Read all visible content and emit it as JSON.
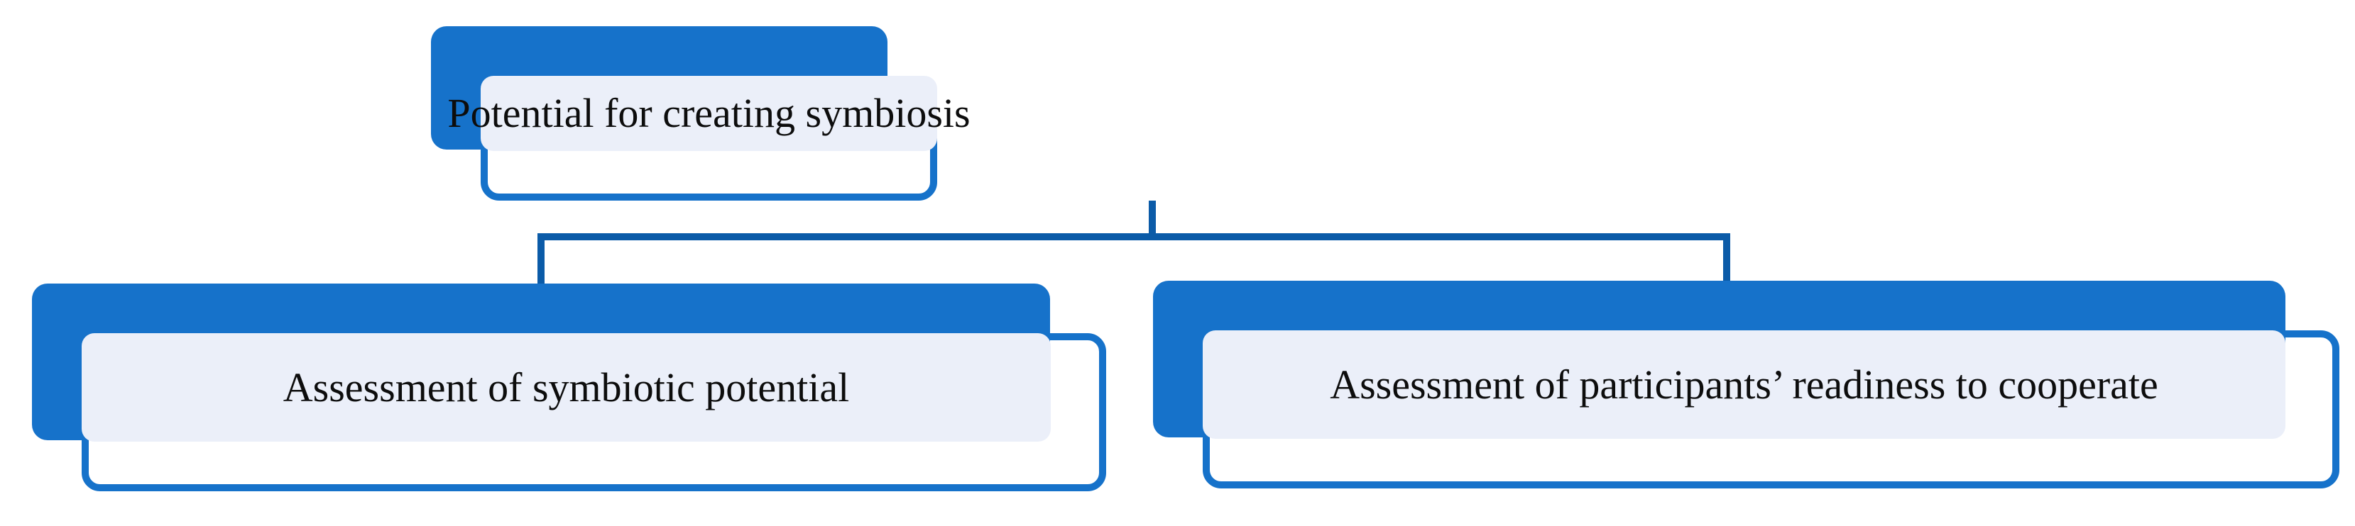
{
  "diagram": {
    "type": "hierarchy-tree",
    "orientation": "top-down",
    "colors": {
      "node_fill_blue": "#1672CA",
      "node_panel_fill": "#EBEFF9",
      "connector_blue": "#0B5BA8",
      "label_text": "#0D0D0D",
      "background": "#FFFFFF"
    },
    "root": {
      "id": "root-node",
      "label": "Potential for creating symbiosis"
    },
    "children": [
      {
        "id": "child-left",
        "label": "Assessment of symbiotic potential"
      },
      {
        "id": "child-right",
        "label": "Assessment of participants’ readiness to cooperate"
      }
    ]
  }
}
